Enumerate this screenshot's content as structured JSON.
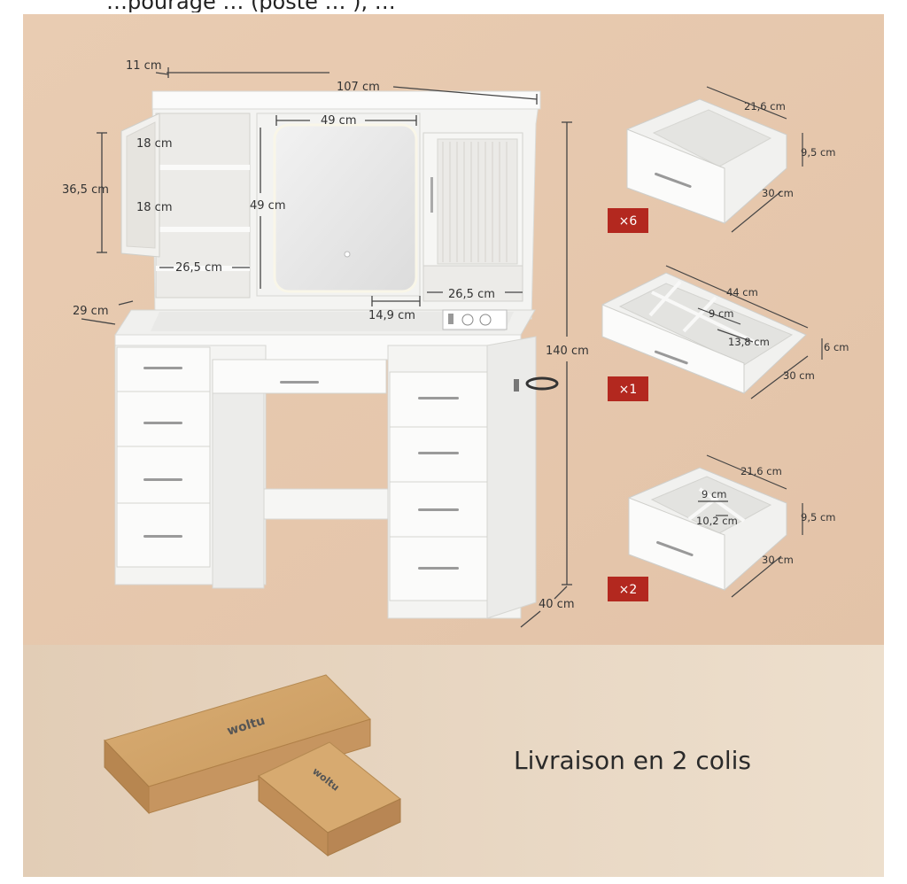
{
  "header_cropped_text": "…pourage … (poste … ), …",
  "colors": {
    "background_top": "#e7c9b0",
    "background_bottom": "#ead8c2",
    "furniture": "#f7f7f6",
    "badge": "#b3281f",
    "dimension_line": "#444444",
    "cardboard": "#c89a62"
  },
  "vanity": {
    "dimensions": {
      "depth_top": "11 cm",
      "width_total": "107 cm",
      "mirror_width": "49 cm",
      "mirror_height": "49 cm",
      "shelf_height_1": "18 cm",
      "shelf_height_2": "18 cm",
      "cabinet_height": "36,5 cm",
      "shelf_width_left": "26,5 cm",
      "shelf_width_right": "26,5 cm",
      "desk_depth": "29 cm",
      "tray_width": "14,9 cm",
      "height_total": "140 cm",
      "base_depth": "40 cm"
    }
  },
  "drawers": [
    {
      "label": "×6",
      "width": "21,6 cm",
      "height": "9,5 cm",
      "depth": "30 cm"
    },
    {
      "label": "×1",
      "width": "44 cm",
      "divider_1": "9 cm",
      "divider_2": "13,8 cm",
      "height": "6 cm",
      "depth": "30 cm"
    },
    {
      "label": "×2",
      "width": "21,6 cm",
      "divider_1": "9 cm",
      "divider_2": "10,2 cm",
      "height": "9,5 cm",
      "depth": "30 cm"
    }
  ],
  "packaging": {
    "brand": "woltu",
    "delivery_text": "Livraison en 2 colis"
  }
}
